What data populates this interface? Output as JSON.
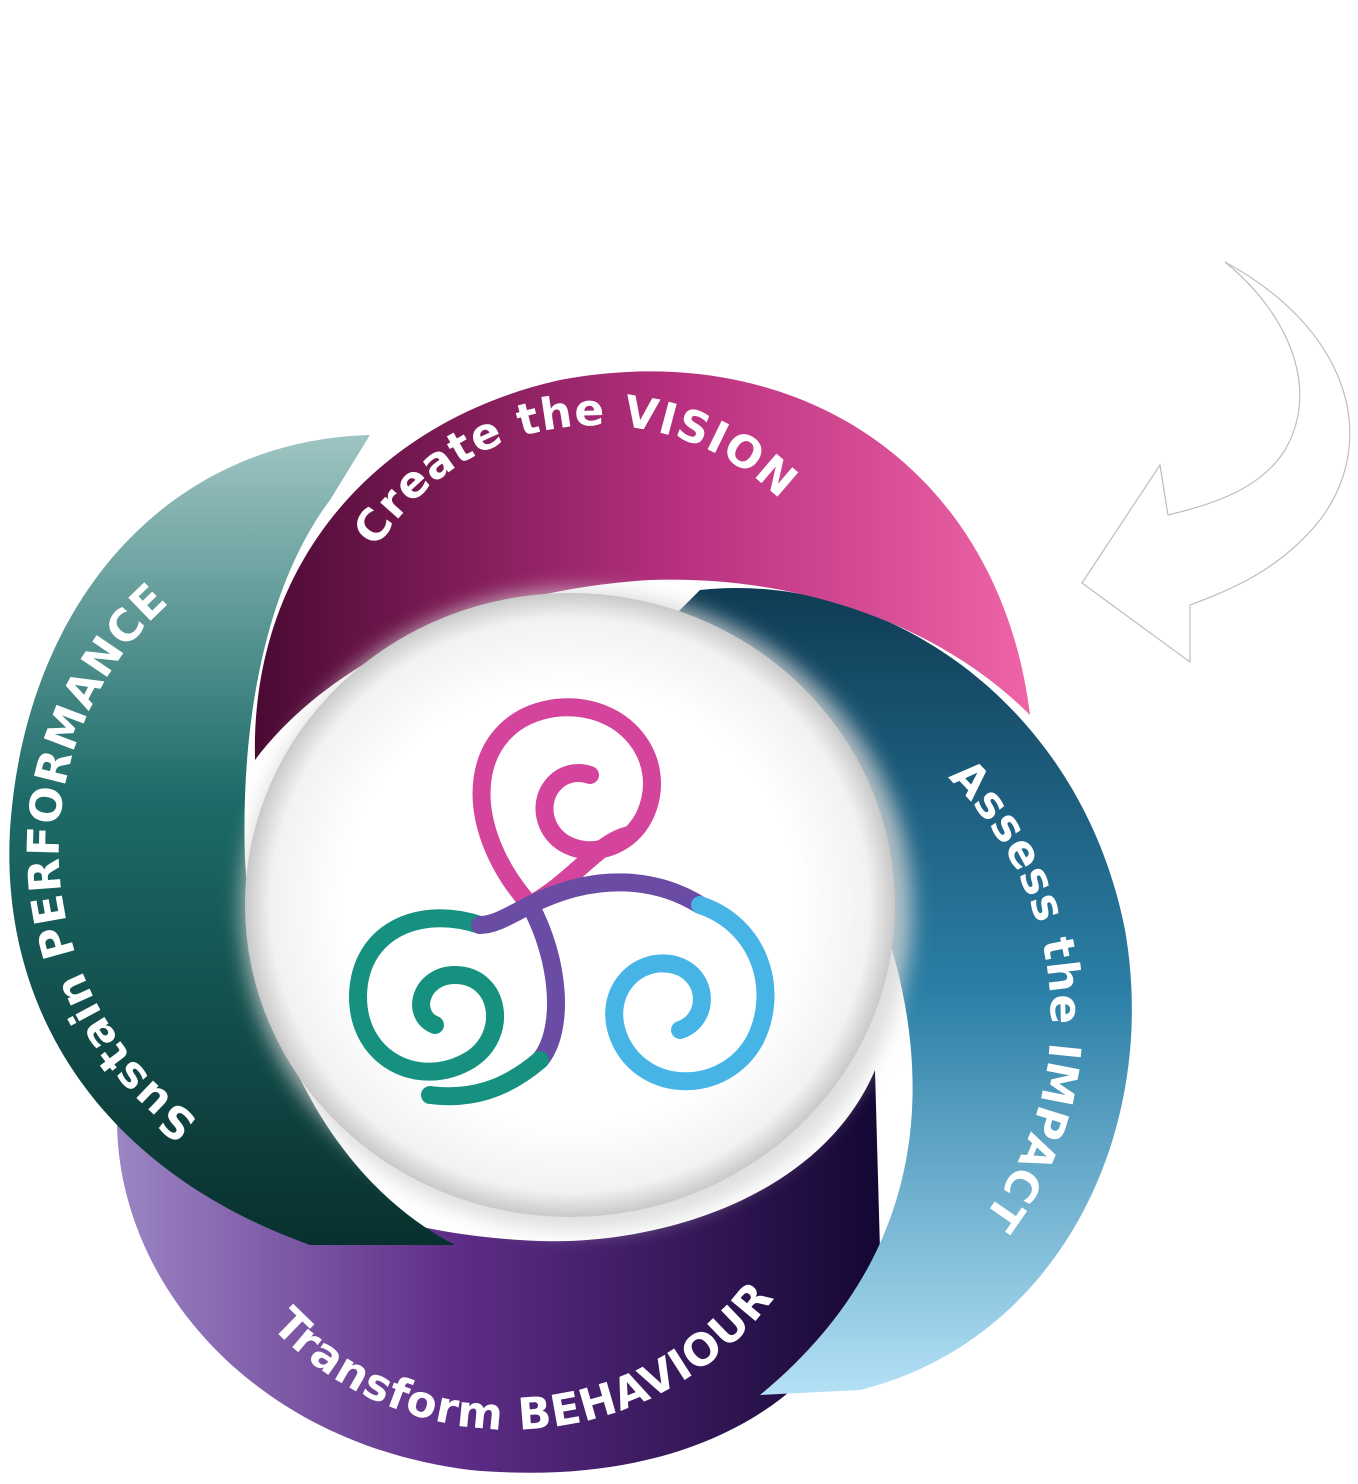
{
  "diagram": {
    "stages": [
      {
        "id": "vision",
        "label": "Create the VISION",
        "color_start": "#4a0a33",
        "color_end": "#ee64a6"
      },
      {
        "id": "impact",
        "label": "Assess the IMPACT",
        "color_start": "#0f3c54",
        "color_end": "#b4e1f6"
      },
      {
        "id": "behaviour",
        "label": "Transform BEHAVIOUR",
        "color_start": "#9b85c4",
        "color_end": "#140733"
      },
      {
        "id": "performance",
        "label": "Sustain PERFORMANCE",
        "color_start": "#08302e",
        "color_end": "#9ec5c3"
      }
    ],
    "center_symbol": "triskele-spiral-icon",
    "cycle_arrow": "curved-arrow-icon",
    "colors": {
      "background": "#ffffff",
      "spiral_pink": "#d4449c",
      "spiral_violet": "#6a4ca4",
      "spiral_teal": "#17917f",
      "spiral_blue": "#47b4e6",
      "arrow_outline": "#bdbdbd"
    }
  }
}
